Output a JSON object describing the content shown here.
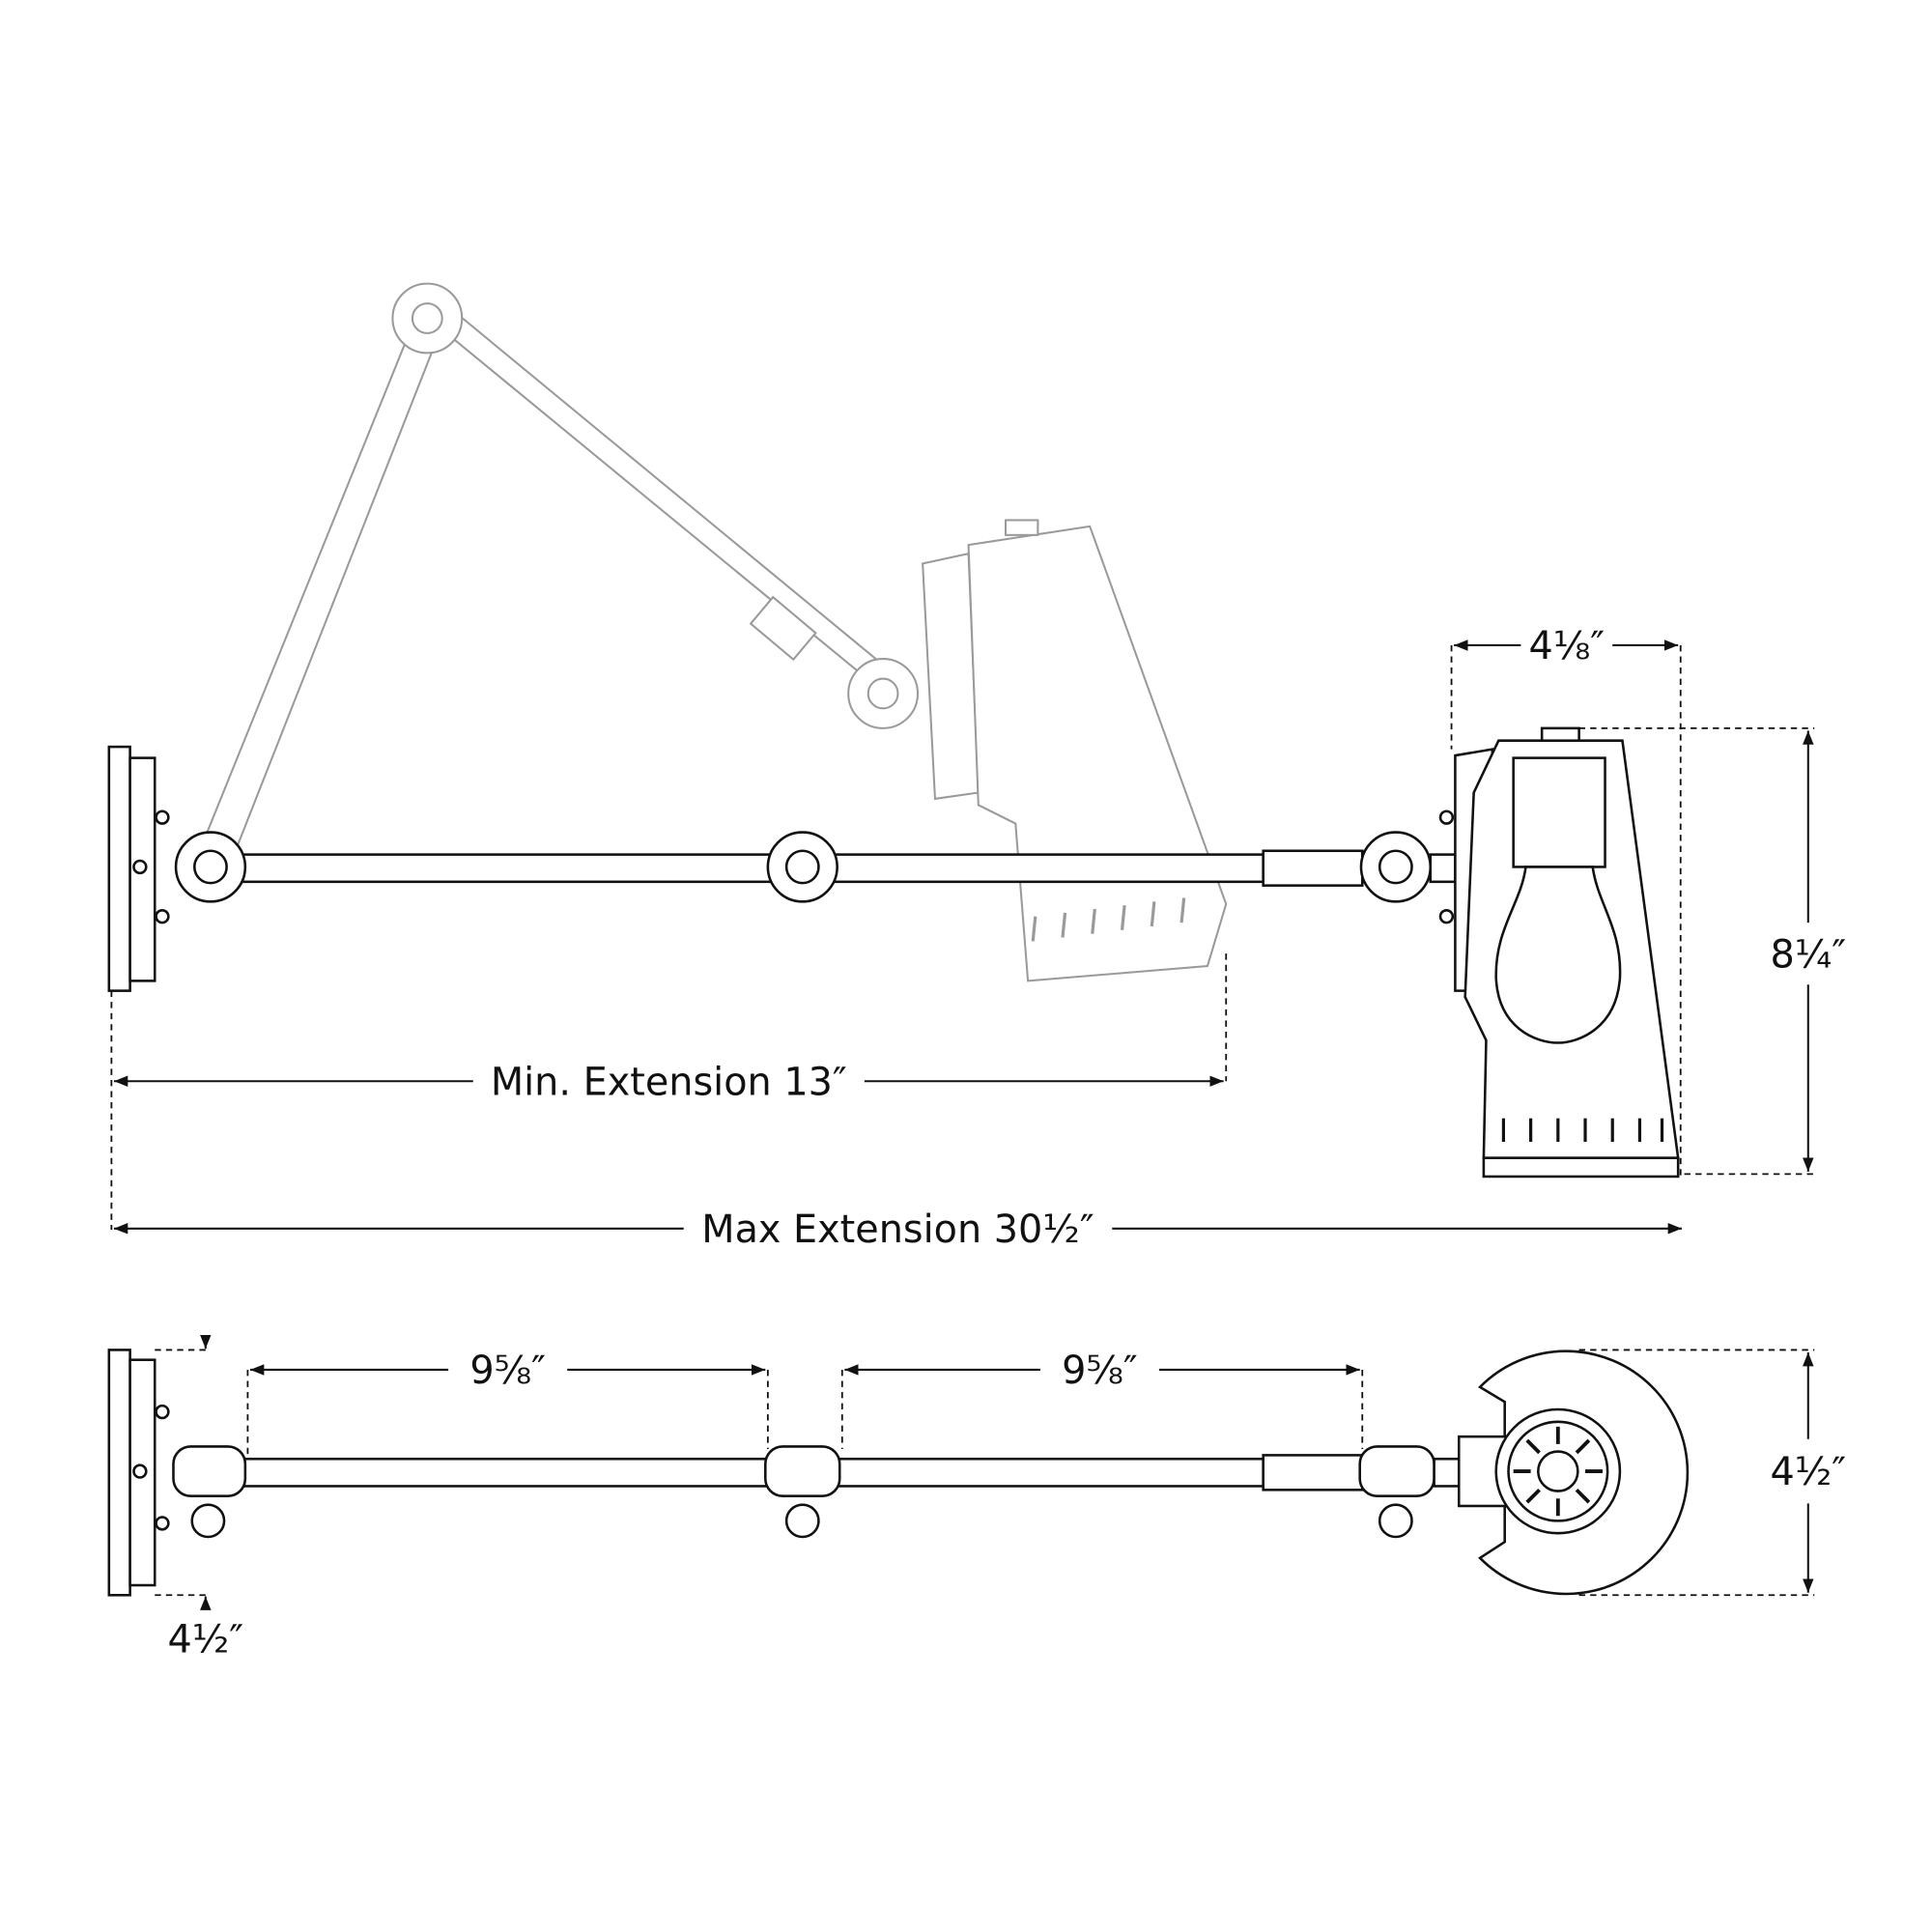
{
  "dimensions": {
    "shade_width": "4⅛″",
    "shade_height": "8¼″",
    "min_extension": "Min. Extension 13″",
    "max_extension": "Max Extension 30½″",
    "arm_segment_1": "9⅝″",
    "arm_segment_2": "9⅝″",
    "shade_depth": "4½″",
    "backplate_width": "4½″"
  },
  "colors": {
    "line": "#111111",
    "ghost": "#9a9a9a",
    "background": "#ffffff"
  }
}
